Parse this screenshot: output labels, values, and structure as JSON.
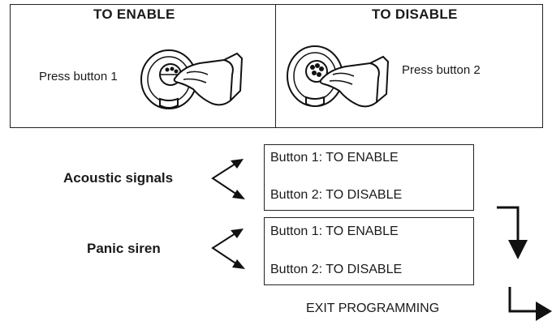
{
  "enable_panel": {
    "heading": "TO ENABLE",
    "caption": "Press button 1"
  },
  "disable_panel": {
    "heading": "TO DISABLE",
    "caption": "Press button 2"
  },
  "settings": [
    {
      "label": "Acoustic signals",
      "options": [
        "Button 1: TO ENABLE",
        "Button 2: TO DISABLE"
      ]
    },
    {
      "label": "Panic siren",
      "options": [
        "Button 1: TO ENABLE",
        "Button 2: TO DISABLE"
      ]
    }
  ],
  "exit_label": "EXIT PROGRAMMING"
}
